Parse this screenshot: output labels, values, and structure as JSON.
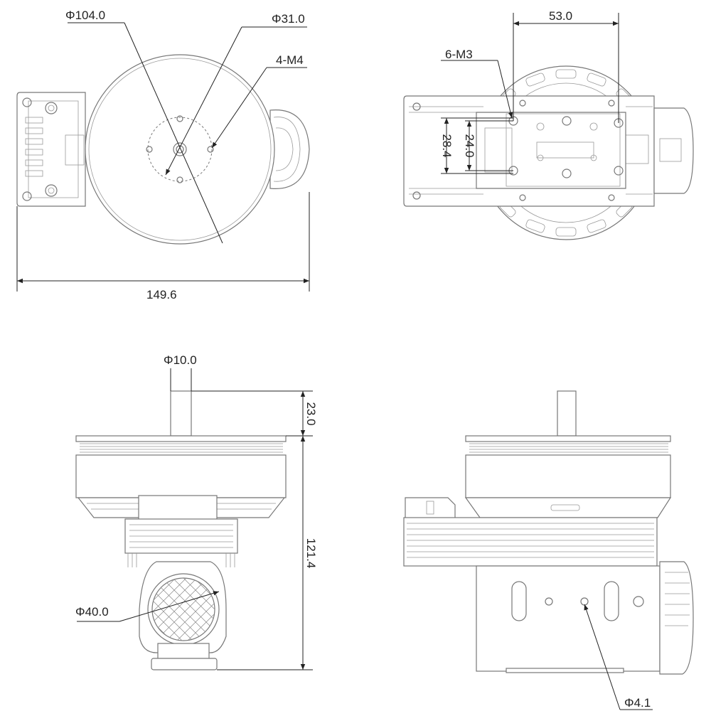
{
  "top_view": {
    "rotor_diameter": "Φ104.0",
    "bolt_circle_diameter": "Φ31.0",
    "mount_threads": "4-M4",
    "overall_width": "149.6"
  },
  "bottom_view": {
    "hole_spacing_horizontal": "53.0",
    "mount_threads": "6-M3",
    "hole_spacing_vertical_outer": "28.4",
    "hole_spacing_vertical_inner": "24.0"
  },
  "front_view": {
    "shaft_diameter": "Φ10.0",
    "shaft_length": "23.0",
    "overall_height": "121.4",
    "connector_diameter": "Φ40.0"
  },
  "side_view": {
    "hole_diameter": "Φ4.1"
  }
}
